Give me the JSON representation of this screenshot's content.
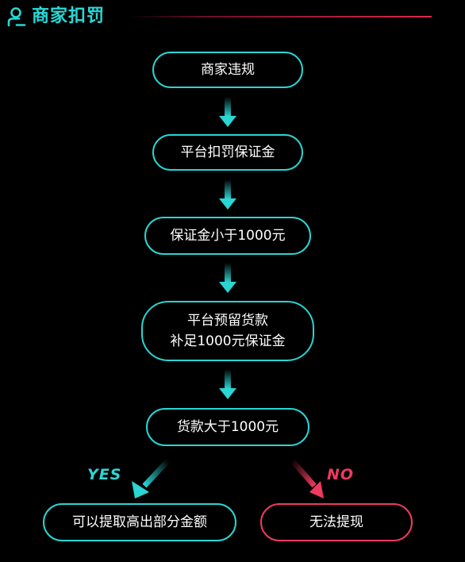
{
  "header": {
    "title": "商家扣罚",
    "icon": "person-icon",
    "accent_color": "#27d9d6",
    "line_color": "#e0284f"
  },
  "flow": {
    "nodes": [
      {
        "id": "violation",
        "label": "商家违规"
      },
      {
        "id": "deduct",
        "label": "平台扣罚保证金"
      },
      {
        "id": "deposit-low",
        "label": "保证金小于1000元"
      },
      {
        "id": "reserve",
        "line1": "平台预留货款",
        "line2": "补足1000元保证金"
      },
      {
        "id": "payment-check",
        "label": "货款大于1000元"
      },
      {
        "id": "partial",
        "label": "可以提取高出部分金额"
      },
      {
        "id": "no-withdraw",
        "label": "无法提现"
      }
    ],
    "yes_label": "YES",
    "no_label": "NO",
    "colors": {
      "cyan": "#29d6d4",
      "red": "#f03a5f",
      "background": "#000000"
    }
  }
}
